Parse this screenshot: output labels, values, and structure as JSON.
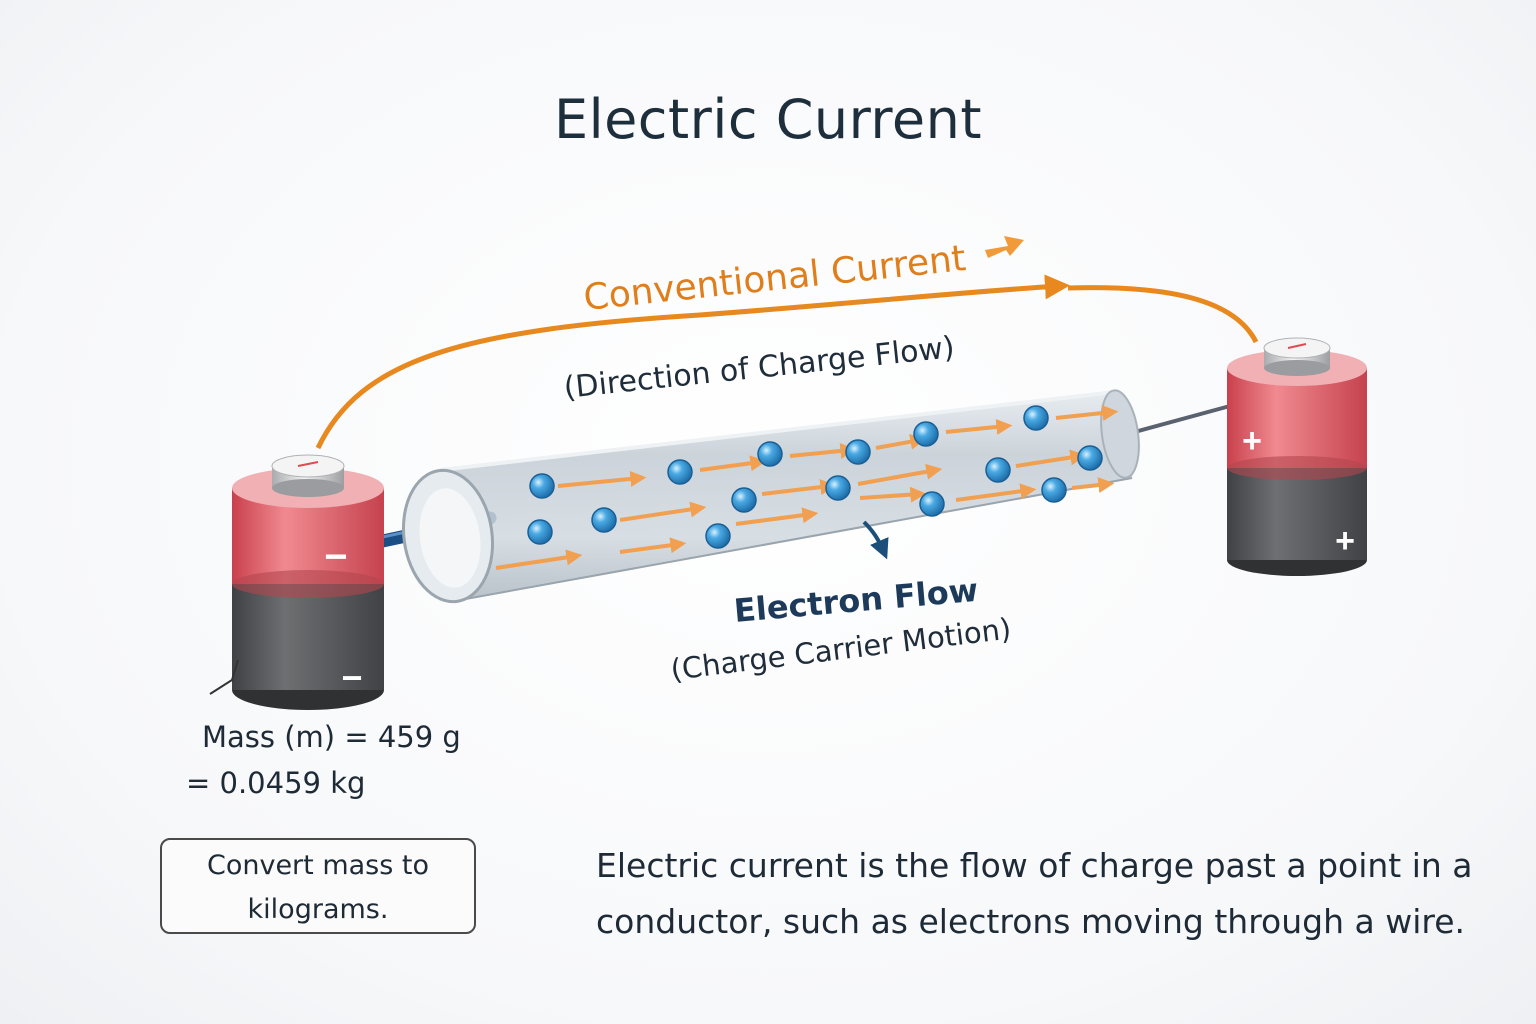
{
  "title": "Electric Current",
  "conventional": {
    "label": "Conventional Current",
    "sub": "(Direction of Charge Flow)"
  },
  "electron": {
    "label": "Electron Flow",
    "sub": "(Charge Carrier Motion)"
  },
  "battery_left": {
    "top_sign": "−",
    "bottom_sign": "−"
  },
  "battery_right": {
    "top_sign": "+",
    "bottom_sign": "+"
  },
  "mass": {
    "line1": "Mass (m) = 459 g",
    "line2": "= 0.0459 kg"
  },
  "note": {
    "line1": "Convert mass to",
    "line2": "kilograms."
  },
  "description": "Electric current is the flow of charge past a point in a conductor, such as electrons moving through a wire.",
  "colors": {
    "orange": "#e8891f",
    "electron_blue": "#2f8fd0",
    "battery_red": "#e05a64",
    "battery_gray": "#5b5d60"
  }
}
